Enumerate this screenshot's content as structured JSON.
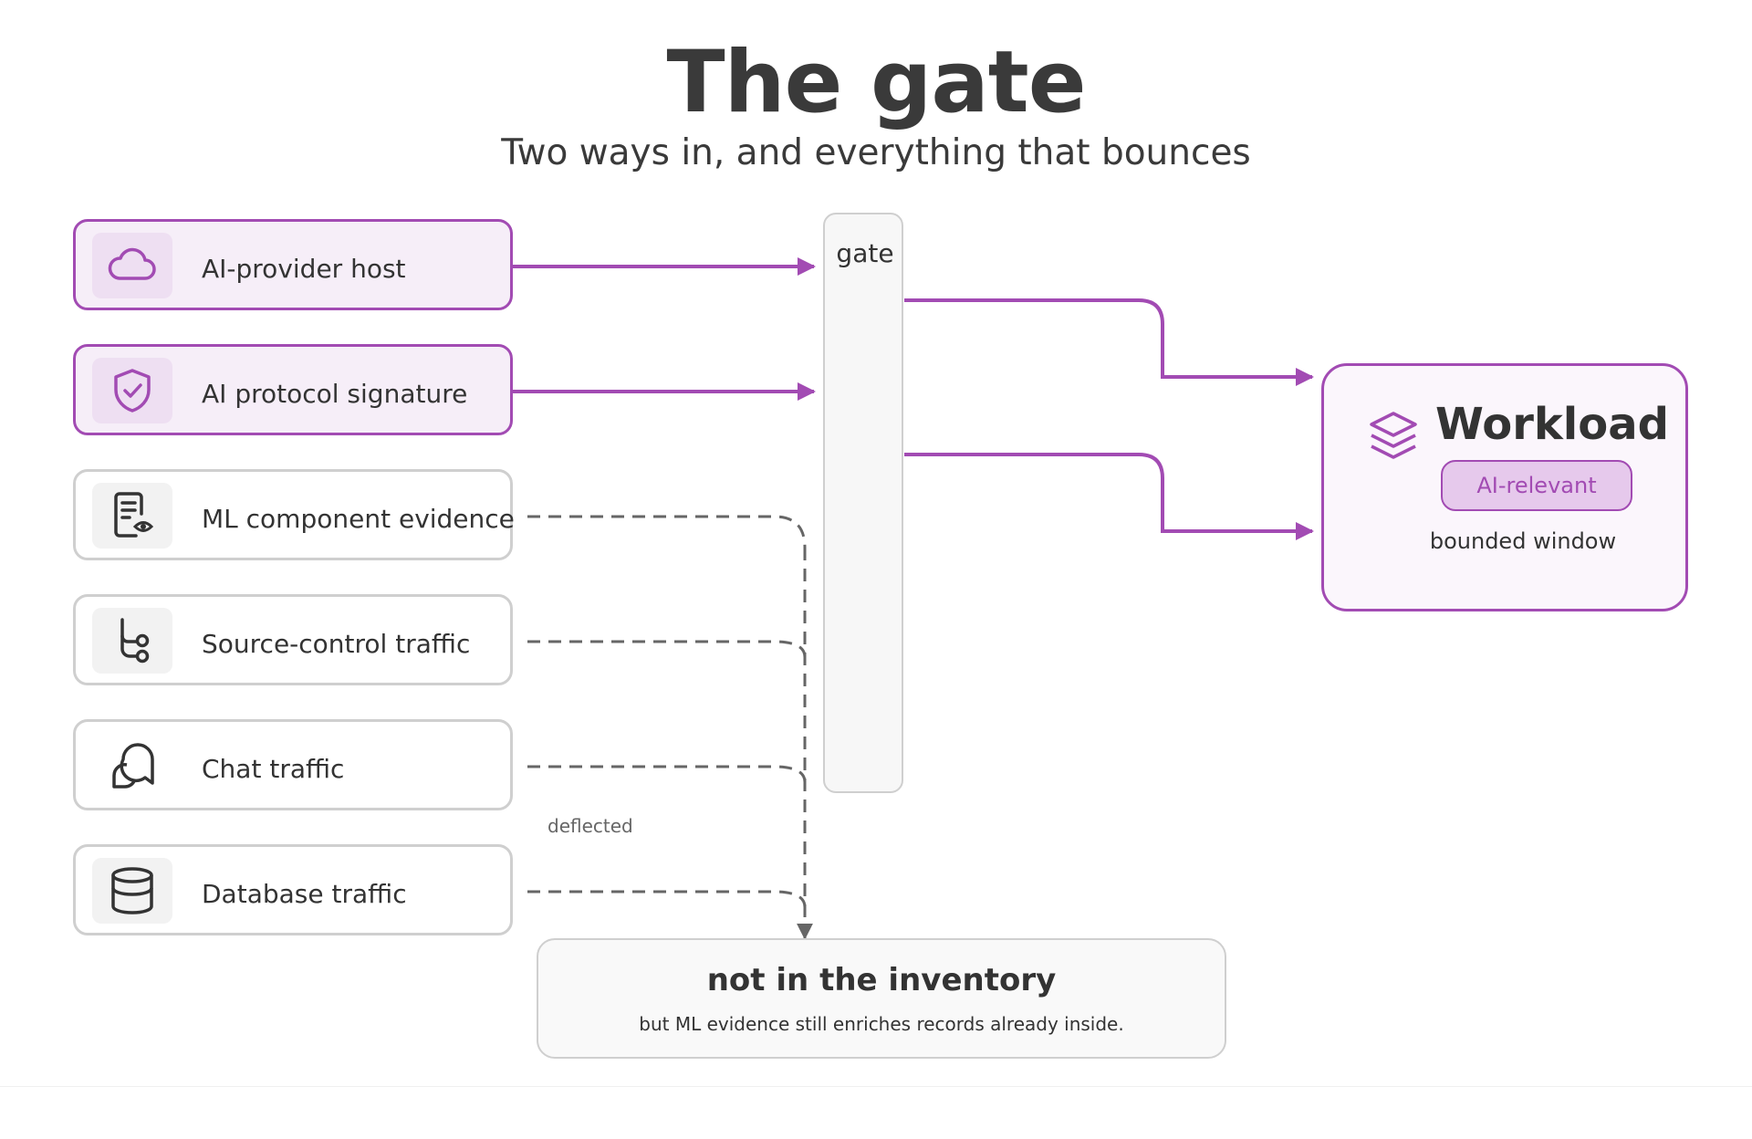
{
  "title": "The gate",
  "subtitle": "Two ways in, and everything that bounces",
  "colors": {
    "accent": "#a24bb3",
    "neutral": "#666666",
    "border": "#cfcfcf"
  },
  "sources": [
    {
      "label": "AI-provider host",
      "icon": "cloud-icon",
      "admitted": true
    },
    {
      "label": "AI protocol signature",
      "icon": "shield-check-icon",
      "admitted": true
    },
    {
      "label": "ML component evidence",
      "icon": "document-eye-icon",
      "admitted": false
    },
    {
      "label": "Source-control traffic",
      "icon": "branch-icon",
      "admitted": false
    },
    {
      "label": "Chat traffic",
      "icon": "chat-bubbles-icon",
      "admitted": false
    },
    {
      "label": "Database traffic",
      "icon": "database-icon",
      "admitted": false
    }
  ],
  "gate": {
    "label": "gate"
  },
  "workload": {
    "title": "Workload",
    "icon": "layers-icon",
    "badge": "AI-relevant",
    "subtitle": "bounded window"
  },
  "deflected_label": "deflected",
  "inventory": {
    "title": "not in the inventory",
    "subtitle": "but ML evidence still enriches records already inside."
  }
}
